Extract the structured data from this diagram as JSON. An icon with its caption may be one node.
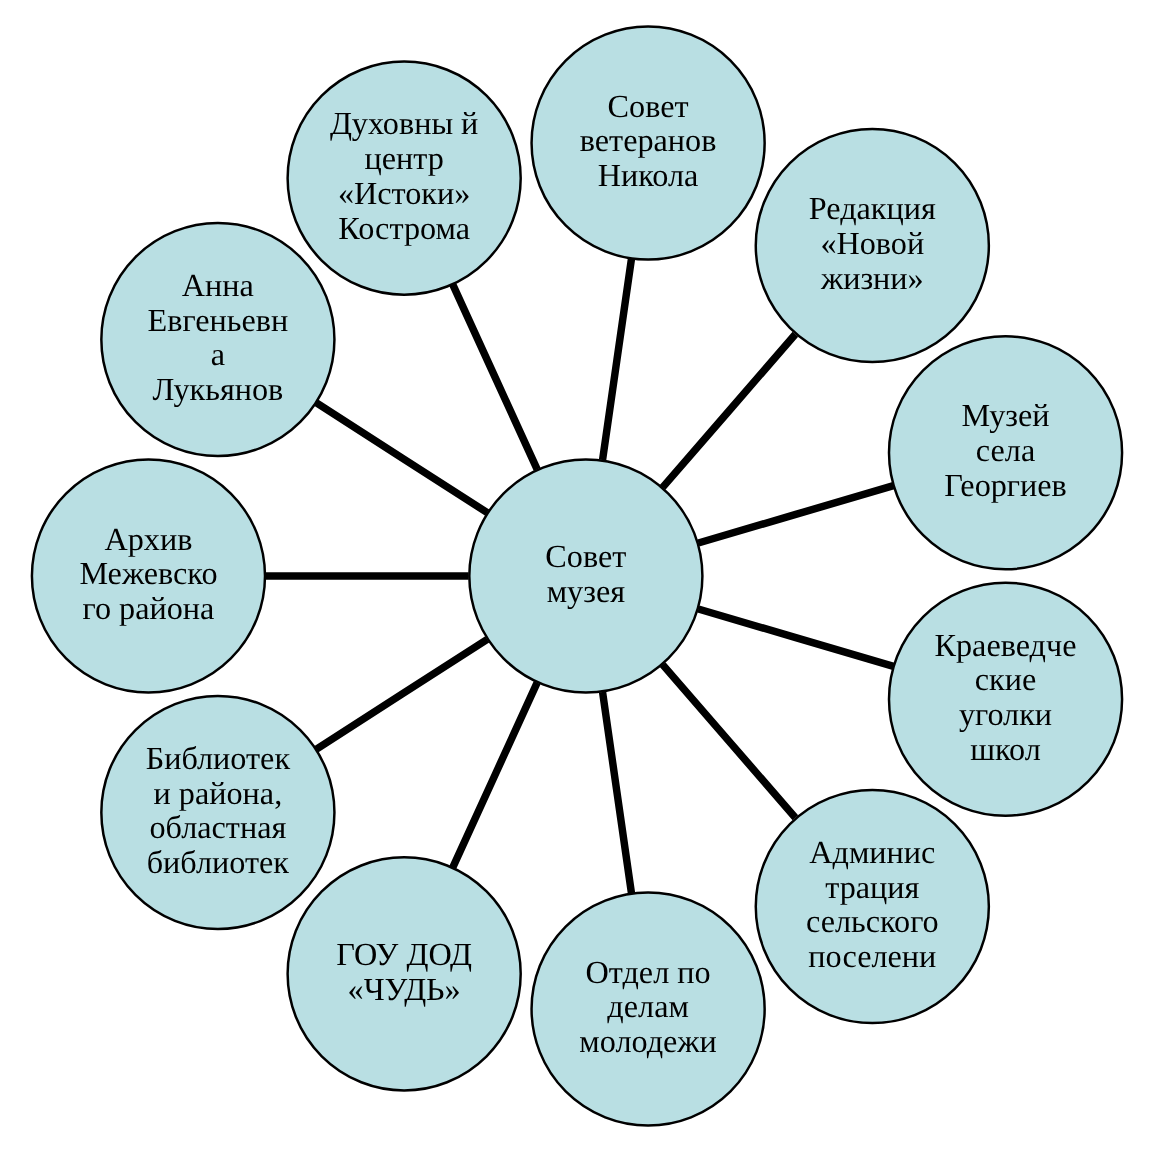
{
  "diagram": {
    "nodes": [
      {
        "text": [
          "Совет музея"
        ]
      },
      {
        "text": [
          "Совет ветеранов Никола"
        ]
      },
      {
        "text": [
          "Редакция «Новой жизни»"
        ]
      },
      {
        "text": [
          "Музей села Георгиев"
        ]
      },
      {
        "text": [
          "Краеведче ские уголки школ"
        ]
      },
      {
        "text": [
          "Админис трация сельского поселени"
        ]
      },
      {
        "text": [
          "Отдел по делам молодежи"
        ]
      },
      {
        "text": [
          "ГОУ ДОД «ЧУДЬ»"
        ]
      },
      {
        "text": [
          "Библиотек и района, областная библиотек"
        ]
      },
      {
        "text": [
          "Архив Межевско го района"
        ]
      },
      {
        "text": [
          "Анна Евгеньевн а Лукьянов"
        ]
      },
      {
        "text": [
          "Духовны й центр «Истоки» Кострома"
        ]
      }
    ],
    "edges": [
      {
        "from": 0,
        "to": 1,
        "arrow": "none"
      },
      {
        "from": 0,
        "to": 2,
        "arrow": "none"
      },
      {
        "from": 0,
        "to": 3,
        "arrow": "none"
      },
      {
        "from": 0,
        "to": 4,
        "arrow": "none"
      },
      {
        "from": 0,
        "to": 5,
        "arrow": "none"
      },
      {
        "from": 0,
        "to": 6,
        "arrow": "none"
      },
      {
        "from": 0,
        "to": 7,
        "arrow": "none"
      },
      {
        "from": 0,
        "to": 8,
        "arrow": "none"
      },
      {
        "from": 0,
        "to": 9,
        "arrow": "none"
      },
      {
        "from": 0,
        "to": 10,
        "arrow": "none"
      },
      {
        "from": 0,
        "to": 11,
        "arrow": "none"
      }
    ]
  }
}
